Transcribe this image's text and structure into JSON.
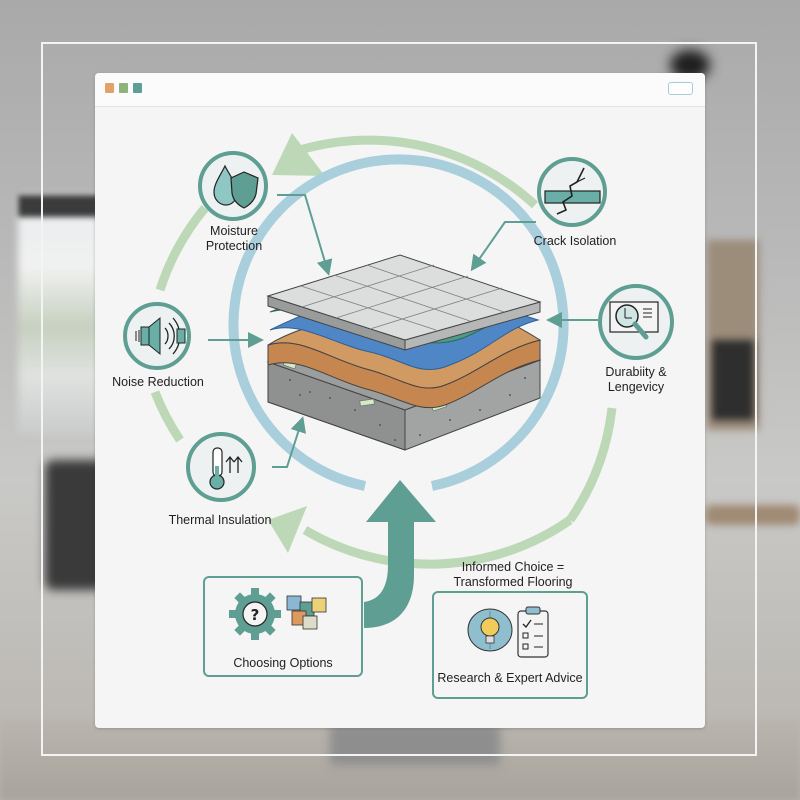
{
  "window": {
    "dots": [
      {
        "name": "orange",
        "color": "#e3a16a"
      },
      {
        "name": "green",
        "color": "#8eb47c"
      },
      {
        "name": "teal",
        "color": "#5e9e98"
      }
    ],
    "chat_icon": "chat-bubble-icon"
  },
  "colors": {
    "accent_teal": "#5e9e93",
    "cycle_green": "#bcd8b6",
    "ring_blue": "#a9cedc",
    "tile_gray": "#d9dbdb",
    "layer_teal": "#4e9b8a",
    "layer_blue": "#4f86c5",
    "layer_brown": "#c6864f",
    "layer_concrete": "#9b9c9c"
  },
  "diagram": {
    "center": {
      "name": "layered-flooring-system",
      "layers": [
        "tile",
        "membrane",
        "waterproofing",
        "underlayment",
        "concrete-subfloor"
      ]
    },
    "benefits": [
      {
        "id": "moisture",
        "label_line1": "Moisture",
        "label_line2": "Protection",
        "icon": "water-drop-shield-icon"
      },
      {
        "id": "crack",
        "label_line1": "Crack Isolation",
        "label_line2": "",
        "icon": "cracked-slab-icon"
      },
      {
        "id": "noise",
        "label_line1": "Noise Reduction",
        "label_line2": "",
        "icon": "speaker-sound-icon"
      },
      {
        "id": "durability",
        "label_line1": "Durabiity &",
        "label_line2": "Lengevicy",
        "icon": "magnifier-document-icon"
      },
      {
        "id": "thermal",
        "label_line1": "Thermal Insulation",
        "label_line2": "",
        "icon": "thermometer-arrows-icon"
      }
    ],
    "tagline_line1": "Informed Choice =",
    "tagline_line2": "Transformed Flooring",
    "cards": [
      {
        "id": "choosing",
        "label": "Choosing Options",
        "icon": "gear-question-icon"
      },
      {
        "id": "research",
        "label": "Research & Expert Advice",
        "icon": "brain-lightbulb-checklist-icon"
      }
    ]
  }
}
